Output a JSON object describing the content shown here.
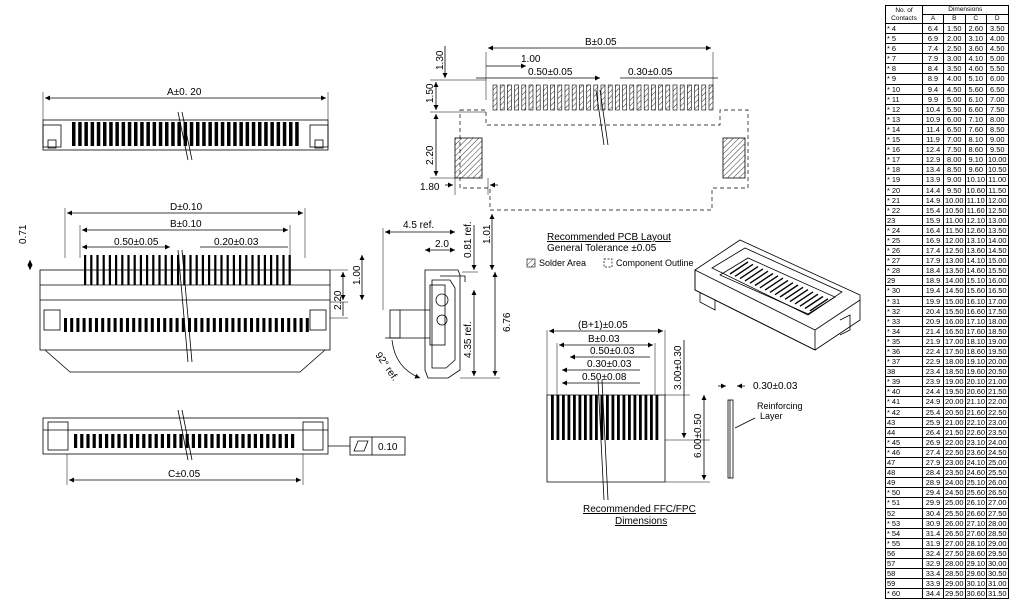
{
  "front_view": {
    "dim_a": "A±0. 20"
  },
  "pcb_view": {
    "dim_b": "B±0.05",
    "dim_100": "1.00",
    "dim_pitch": "0.50±0.05",
    "dim_pad_w": "0.30±0.05",
    "dim_130": "1.30",
    "dim_150": "1.50",
    "dim_220": "2.20",
    "dim_180": "1.80",
    "title": "Recommended PCB Layout",
    "tolerance": "General Tolerance ±0.05",
    "legend_solder": "Solder Area",
    "legend_outline": "Component Outline"
  },
  "top_view": {
    "dim_d": "D±0.10",
    "dim_b": "B±0.10",
    "dim_pitch": "0.50±0.05",
    "dim_lead": "0.20±0.03",
    "dim_071": "0.71",
    "dim_220": "2.20",
    "dim_100": "1.00"
  },
  "side_view": {
    "dim_45ref": "4.5 ref.",
    "dim_20": "2.0",
    "dim_081ref": "0.81 ref.",
    "dim_101": "1.01",
    "dim_435ref": "4.35 ref.",
    "dim_676": "6.76",
    "dim_92ref": "92° ref."
  },
  "bottom_view": {
    "dim_c": "C±0.05",
    "flatness": "0.10"
  },
  "ffc_view": {
    "dim_b1": "(B+1)±0.05",
    "dim_b": "B±0.03",
    "dim_pitch": "0.50±0.03",
    "dim_cond": "0.30±0.03",
    "dim_pitch2": "0.50±0.08",
    "dim_300": "3.00±0.30",
    "dim_600": "6.00±0.50",
    "dim_thick": "0.30±0.03",
    "reinforcing": [
      "Reinforcing",
      "Layer"
    ],
    "title": "Recommended FFC/FPC",
    "subtitle": "Dimensions"
  },
  "table": {
    "col_contacts": [
      "No. of",
      "Contacts"
    ],
    "col_dims": "Dimensions",
    "col_letters": [
      "A",
      "B",
      "C",
      "D"
    ],
    "rows": [
      [
        "* 4",
        "6.4",
        "1.50",
        "2.60",
        "3.50"
      ],
      [
        "* 5",
        "6.9",
        "2.00",
        "3.10",
        "4.00"
      ],
      [
        "* 6",
        "7.4",
        "2.50",
        "3.60",
        "4.50"
      ],
      [
        "* 7",
        "7.9",
        "3.00",
        "4.10",
        "5.00"
      ],
      [
        "* 8",
        "8.4",
        "3.50",
        "4.60",
        "5.50"
      ],
      [
        "* 9",
        "8.9",
        "4.00",
        "5.10",
        "6.00"
      ],
      [
        "* 10",
        "9.4",
        "4.50",
        "5.60",
        "6.50"
      ],
      [
        "* 11",
        "9.9",
        "5.00",
        "6.10",
        "7.00"
      ],
      [
        "* 12",
        "10.4",
        "5.50",
        "6.60",
        "7.50"
      ],
      [
        "* 13",
        "10.9",
        "6.00",
        "7.10",
        "8.00"
      ],
      [
        "* 14",
        "11.4",
        "6.50",
        "7.60",
        "8.50"
      ],
      [
        "* 15",
        "11.9",
        "7.00",
        "8.10",
        "9.00"
      ],
      [
        "* 16",
        "12.4",
        "7.50",
        "8.60",
        "9.50"
      ],
      [
        "* 17",
        "12.9",
        "8.00",
        "9.10",
        "10.00"
      ],
      [
        "* 18",
        "13.4",
        "8.50",
        "9.60",
        "10.50"
      ],
      [
        "* 19",
        "13.9",
        "9.00",
        "10.10",
        "11.00"
      ],
      [
        "* 20",
        "14.4",
        "9.50",
        "10.60",
        "11.50"
      ],
      [
        "* 21",
        "14.9",
        "10.00",
        "11.10",
        "12.00"
      ],
      [
        "* 22",
        "15.4",
        "10.50",
        "11.60",
        "12.50"
      ],
      [
        "23",
        "15.9",
        "11.00",
        "12.10",
        "13.00"
      ],
      [
        "* 24",
        "16.4",
        "11.50",
        "12.60",
        "13.50"
      ],
      [
        "* 25",
        "16.9",
        "12.00",
        "13.10",
        "14.00"
      ],
      [
        "* 26",
        "17.4",
        "12.50",
        "13.60",
        "14.50"
      ],
      [
        "* 27",
        "17.9",
        "13.00",
        "14.10",
        "15.00"
      ],
      [
        "* 28",
        "18.4",
        "13.50",
        "14.60",
        "15.50"
      ],
      [
        "29",
        "18.9",
        "14.00",
        "15.10",
        "16.00"
      ],
      [
        "* 30",
        "19.4",
        "14.50",
        "15.60",
        "16.50"
      ],
      [
        "* 31",
        "19.9",
        "15.00",
        "16.10",
        "17.00"
      ],
      [
        "* 32",
        "20.4",
        "15.50",
        "16.60",
        "17.50"
      ],
      [
        "* 33",
        "20.9",
        "16.00",
        "17.10",
        "18.00"
      ],
      [
        "* 34",
        "21.4",
        "16.50",
        "17.60",
        "18.50"
      ],
      [
        "* 35",
        "21.9",
        "17.00",
        "18.10",
        "19.00"
      ],
      [
        "* 36",
        "22.4",
        "17.50",
        "18.60",
        "19.50"
      ],
      [
        "* 37",
        "22.9",
        "18.00",
        "19.10",
        "20.00"
      ],
      [
        "38",
        "23.4",
        "18.50",
        "19.60",
        "20.50"
      ],
      [
        "* 39",
        "23.9",
        "19.00",
        "20.10",
        "21.00"
      ],
      [
        "* 40",
        "24.4",
        "19.50",
        "20.60",
        "21.50"
      ],
      [
        "* 41",
        "24.9",
        "20.00",
        "21.10",
        "22.00"
      ],
      [
        "* 42",
        "25.4",
        "20.50",
        "21.60",
        "22.50"
      ],
      [
        "43",
        "25.9",
        "21.00",
        "22.10",
        "23.00"
      ],
      [
        "44",
        "26.4",
        "21.50",
        "22.60",
        "23.50"
      ],
      [
        "* 45",
        "26.9",
        "22.00",
        "23.10",
        "24.00"
      ],
      [
        "* 46",
        "27.4",
        "22.50",
        "23.60",
        "24.50"
      ],
      [
        "47",
        "27.9",
        "23.00",
        "24.10",
        "25.00"
      ],
      [
        "48",
        "28.4",
        "23.50",
        "24.60",
        "25.50"
      ],
      [
        "49",
        "28.9",
        "24.00",
        "25.10",
        "26.00"
      ],
      [
        "* 50",
        "29.4",
        "24.50",
        "25.60",
        "26.50"
      ],
      [
        "* 51",
        "29.9",
        "25.00",
        "26.10",
        "27.00"
      ],
      [
        "52",
        "30.4",
        "25.50",
        "26.60",
        "27.50"
      ],
      [
        "* 53",
        "30.9",
        "26.00",
        "27.10",
        "28.00"
      ],
      [
        "* 54",
        "31.4",
        "26.50",
        "27.60",
        "28.50"
      ],
      [
        "* 55",
        "31.9",
        "27.00",
        "28.10",
        "29.00"
      ],
      [
        "56",
        "32.4",
        "27.50",
        "28.60",
        "29.50"
      ],
      [
        "57",
        "32.9",
        "28.00",
        "29.10",
        "30.00"
      ],
      [
        "58",
        "33.4",
        "28.50",
        "29.60",
        "30.50"
      ],
      [
        "59",
        "33.9",
        "29.00",
        "30.10",
        "31.00"
      ],
      [
        "* 60",
        "34.4",
        "29.50",
        "30.60",
        "31.50"
      ]
    ]
  }
}
